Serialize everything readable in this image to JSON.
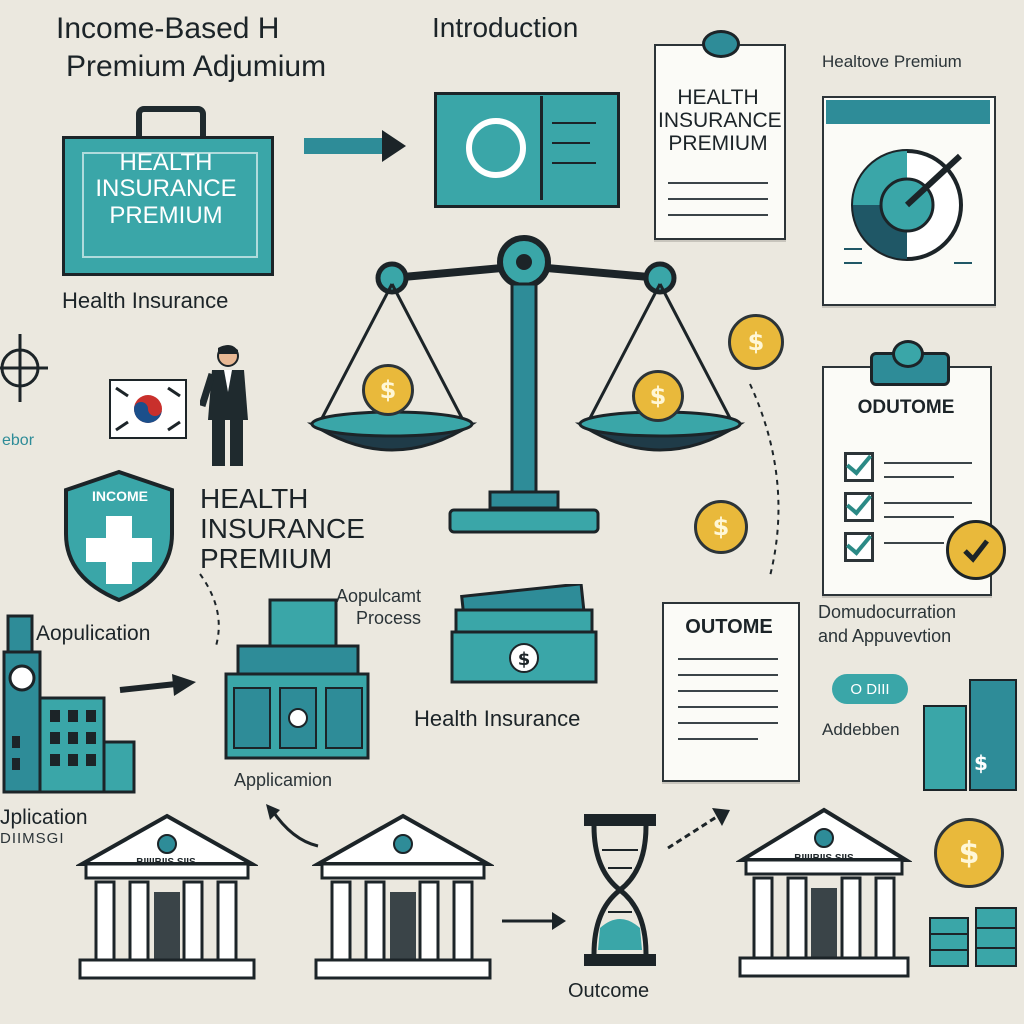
{
  "header": {
    "title_line1": "Income-Based H",
    "title_line2": "Premium Adjumium",
    "introduction": "Introduction"
  },
  "top_left_card": {
    "title": "HEALTH INSURANCE PREMIUM",
    "caption": "Health Insurance"
  },
  "document_card": {
    "title": "HEALTH INSURANCE PREMIUM"
  },
  "top_right": {
    "caption": "Healtove Premium"
  },
  "left_labels": {
    "small": "ebor"
  },
  "middle_left": {
    "shield_label": "INCOME",
    "title": "HEALTH INSURANCE PREMIUM",
    "application_label": "Aopulication"
  },
  "process": {
    "label_line1": "Aopulcamt",
    "label_line2": "Process",
    "building_caption": "Applicamion",
    "money_caption": "Health Insurance"
  },
  "outcome_doc": {
    "title": "OUTOME"
  },
  "right_clipboard": {
    "title": "ODUTOME"
  },
  "right_text": {
    "line1": "Domudocurration",
    "line2": "and Appuvevtion",
    "added": "Addebben",
    "pill": "O DIII"
  },
  "bottom": {
    "left_label": "Jplication",
    "left_sub": "DIIMSGI",
    "bank_left_sign": "BIIIIBIIS SIIS",
    "bank_right_sign": "BIIIIBIIS SIIS",
    "outcome": "Outcome"
  },
  "icons": {
    "coin_symbol": "$",
    "flag": "korea-flag",
    "scale": "balance-scale"
  },
  "colors": {
    "teal": "#3aa6a8",
    "dark": "#14303a",
    "gold": "#e9b93b",
    "background": "#ebe8df"
  }
}
